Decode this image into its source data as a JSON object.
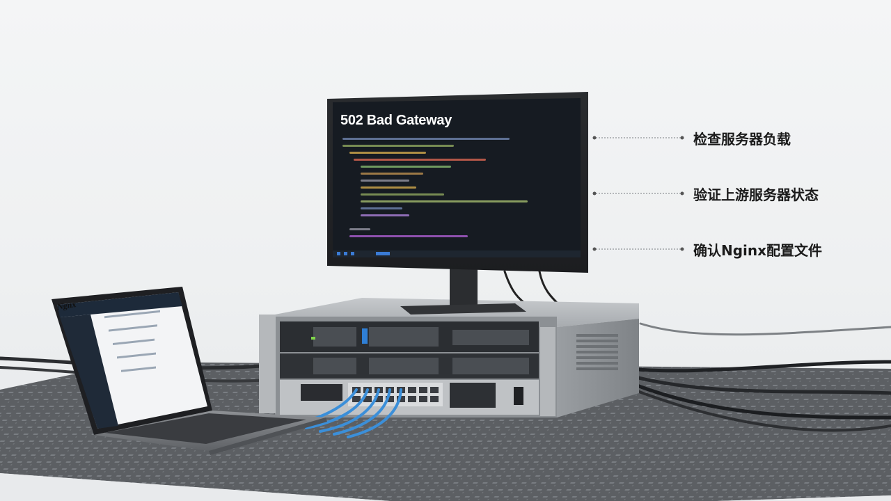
{
  "monitor": {
    "screen_title": "502 Bad Gateway"
  },
  "laptop": {
    "brand": "Ngnx"
  },
  "callouts": [
    {
      "text": "检查服务器负载"
    },
    {
      "text": "验证上游服务器状态"
    },
    {
      "text": "确认Nginx配置文件"
    }
  ],
  "colors": {
    "screen_bg": "#161b22",
    "mat": "#5d6064",
    "server_body": "#9ea2a6",
    "cable_blue": "#3b8fd9",
    "callout_line": "#777b80"
  }
}
